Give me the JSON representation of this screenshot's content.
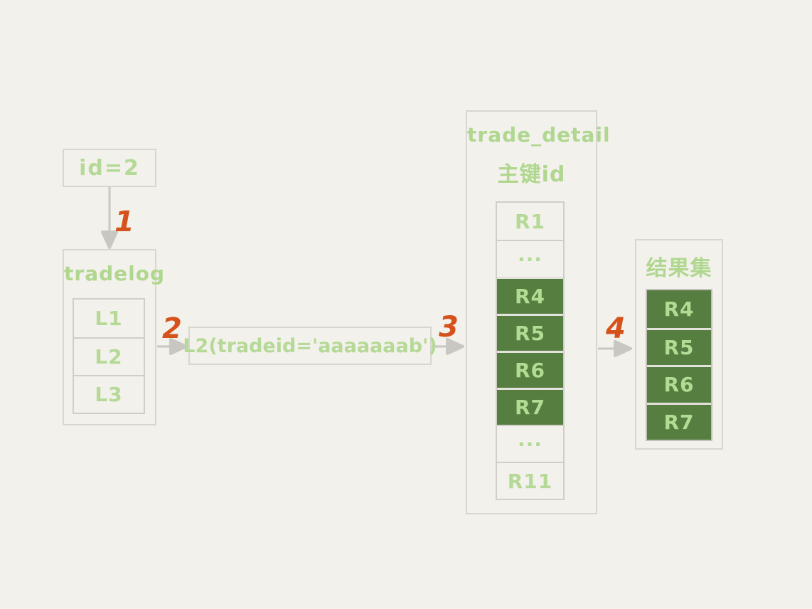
{
  "palette": {
    "background": "#f3f1eb",
    "box_border": "#d8d6d0",
    "arrow_gray": "#c9c7c1",
    "text_green": "#b5d996",
    "cell_green_bg": "#567e40",
    "cell_green_text": "#b2dc93",
    "accent_orange": "#d5521d"
  },
  "id_box": {
    "label": "id=2"
  },
  "tradelog": {
    "title": "tradelog",
    "rows": [
      "L1",
      "L2",
      "L3"
    ]
  },
  "query_box": {
    "label": "L2(tradeid='aaaaaaab')"
  },
  "trade_detail": {
    "title": "trade_detail",
    "subtitle": "主键id",
    "rows": [
      {
        "label": "R1",
        "highlight": false
      },
      {
        "label": "···",
        "highlight": false
      },
      {
        "label": "R4",
        "highlight": true
      },
      {
        "label": "R5",
        "highlight": true
      },
      {
        "label": "R6",
        "highlight": true
      },
      {
        "label": "R7",
        "highlight": true
      },
      {
        "label": "···",
        "highlight": false
      },
      {
        "label": "R11",
        "highlight": false
      }
    ]
  },
  "result_set": {
    "title": "结果集",
    "rows": [
      "R4",
      "R5",
      "R6",
      "R7"
    ]
  },
  "steps": {
    "step1": "1",
    "step2": "2",
    "step3": "3",
    "step4": "4"
  }
}
